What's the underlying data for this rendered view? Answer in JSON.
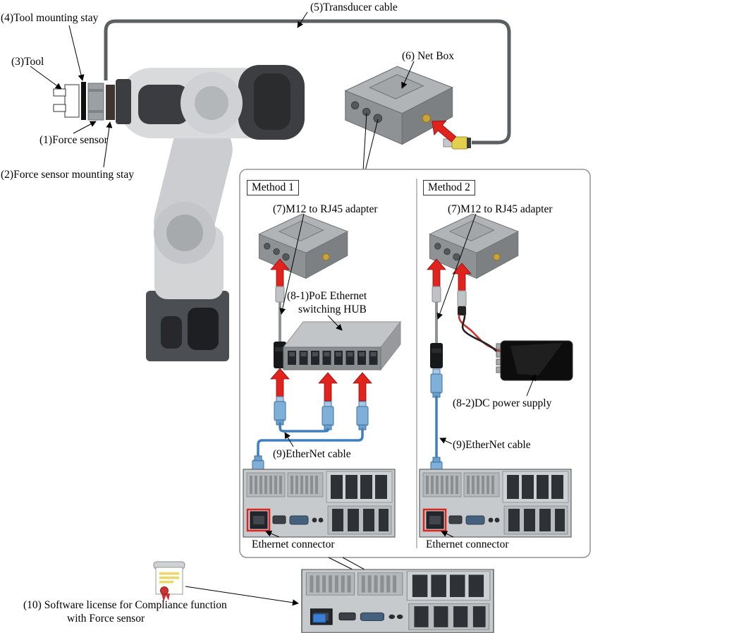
{
  "diagram": {
    "robot": {
      "tool_mounting_stay": "(4)Tool mounting stay",
      "tool": "(3)Tool",
      "force_sensor": "(1)Force sensor",
      "force_sensor_mounting_stay": "(2)Force sensor mounting stay"
    },
    "cabling": {
      "transducer_cable": "(5)Transducer cable",
      "net_box": "(6) Net Box"
    },
    "methods": {
      "method1": {
        "title": "Method 1",
        "m12_adapter": "(7)M12 to RJ45 adapter",
        "poe_hub_line1": "(8-1)PoE Ethernet",
        "poe_hub_line2": "switching HUB",
        "ethernet_cable": "(9)EtherNet cable",
        "ethernet_connector": "Ethernet connector"
      },
      "method2": {
        "title": "Method 2",
        "m12_adapter": "(7)M12 to RJ45 adapter",
        "dc_power_supply": "(8-2)DC power supply",
        "ethernet_cable": "(9)EtherNet cable",
        "ethernet_connector": "Ethernet connector"
      }
    },
    "license": {
      "line1": "(10) Software license for Compliance function",
      "line2": "with Force sensor"
    }
  },
  "colors": {
    "arrow_red": "#e1231d",
    "cable_blue": "#3f7fbf",
    "connector_yellow": "#e3cf4e",
    "highlight_red": "#e1231d",
    "port_blue": "#3a7fd5"
  }
}
